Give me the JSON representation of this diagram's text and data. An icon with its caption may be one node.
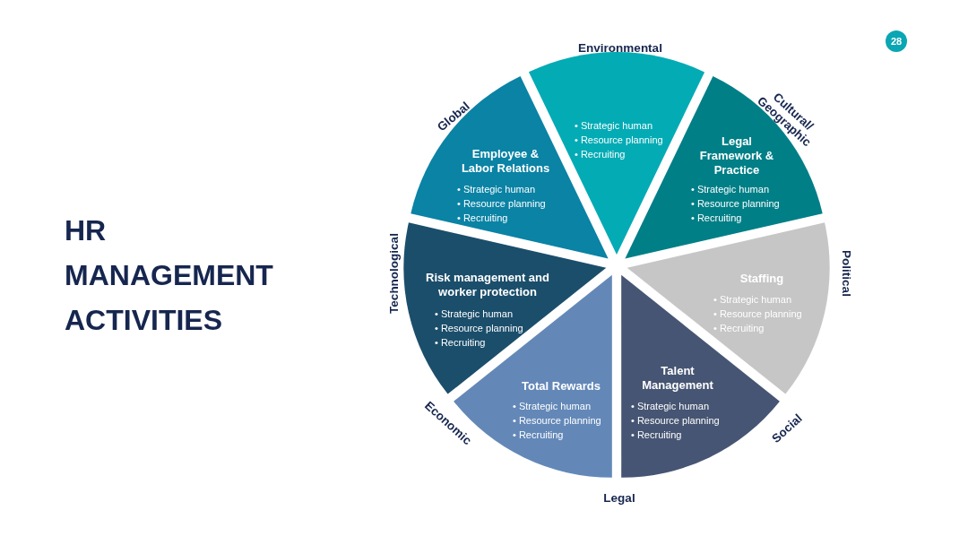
{
  "diagram": {
    "title": "HR MANAGEMENT ACTIVITIES",
    "nodes": [
      {
        "text": [
          "Employee & Labor Relations",
          "• Strategic human",
          "• Resource planning",
          "• Recruiting"
        ]
      },
      {
        "text": [
          "• Strategic human",
          "• Resource planning",
          "• Recruiting"
        ]
      },
      {
        "text": [
          "Legal Framework & Practice",
          "• Strategic human",
          "• Resource planning",
          "• Recruiting"
        ]
      },
      {
        "text": [
          "Risk management and worker protection",
          "• Strategic human",
          "• Resource planning",
          "• Recruiting"
        ]
      },
      {
        "text": [
          "Staffing",
          "• Strategic human",
          "• Resource planning",
          "• Recruiting"
        ]
      },
      {
        "text": [
          "Total Rewards",
          "• Strategic human",
          "• Resource planning",
          "• Recruiting"
        ]
      },
      {
        "text": [
          "Talent Management",
          "• Strategic human",
          "• Resource planning",
          "• Recruiting"
        ]
      }
    ],
    "edges": [],
    "labels": [
      "28",
      "Environmental",
      "Global",
      "Cultural/ Geographic",
      "Technological",
      "Political",
      "Economic",
      "Social",
      "Legal"
    ]
  }
}
